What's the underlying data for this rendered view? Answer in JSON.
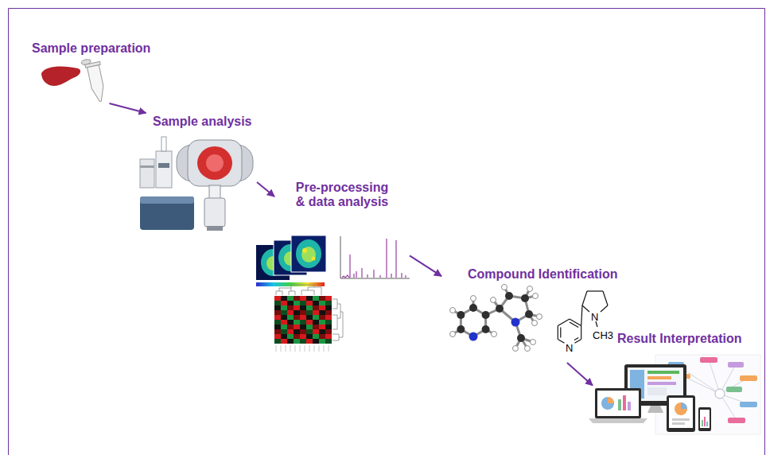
{
  "diagram": {
    "nodes": [
      {
        "text": [
          "Sample preparation"
        ]
      },
      {
        "text": [
          "Sample analysis"
        ]
      },
      {
        "text": [
          "Pre-processing & data analysis"
        ]
      },
      {
        "text": [
          "Compound Identification"
        ]
      },
      {
        "text": [
          "Result Interpretation"
        ]
      }
    ],
    "edges": [
      {
        "from": 0,
        "to": 1,
        "arrow": "to"
      },
      {
        "from": 1,
        "to": 2,
        "arrow": "to"
      },
      {
        "from": 2,
        "to": 3,
        "arrow": "to"
      },
      {
        "from": 3,
        "to": 4,
        "arrow": "to"
      }
    ],
    "labels": [
      "N",
      "CH3",
      "N"
    ]
  }
}
